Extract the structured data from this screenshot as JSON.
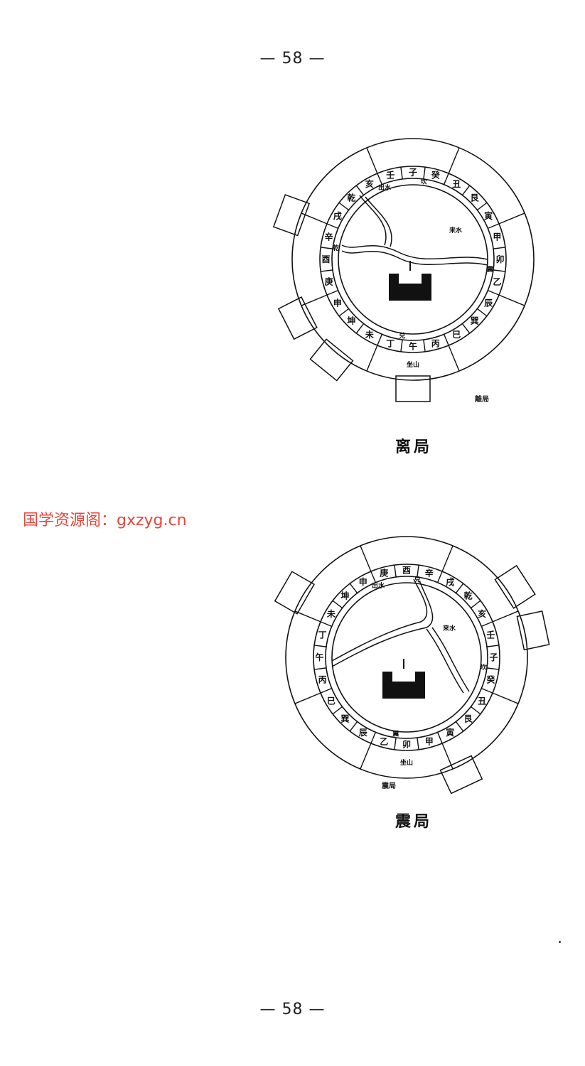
{
  "page": {
    "number_top": "— 58 —",
    "number_bottom": "— 58 —"
  },
  "watermark": "国学资源阁：gxzyg.cn",
  "diagram1": {
    "caption": "离局",
    "corner_label": "離局",
    "inner_ring": [
      "子",
      "癸",
      "丑",
      "艮",
      "寅",
      "甲",
      "卯",
      "乙",
      "辰",
      "巽",
      "巳",
      "丙",
      "午",
      "丁",
      "未",
      "坤",
      "申",
      "庚",
      "酉",
      "辛",
      "戌",
      "乾",
      "亥",
      "壬"
    ],
    "trigrams": [
      "坎",
      "震",
      "兑",
      "乾"
    ],
    "top_label": "坐山",
    "river_labels": [
      "来水",
      "出水"
    ]
  },
  "diagram2": {
    "caption": "震局",
    "corner_label": "震局",
    "inner_ring": [
      "酉",
      "辛",
      "戌",
      "乾",
      "亥",
      "壬",
      "子",
      "癸",
      "丑",
      "艮",
      "寅",
      "甲",
      "卯",
      "乙",
      "辰",
      "巽",
      "巳",
      "丙",
      "午",
      "丁",
      "未",
      "坤",
      "申",
      "庚"
    ],
    "trigrams": [
      "兑",
      "坎",
      "震"
    ],
    "top_label": "坐山",
    "river_labels": [
      "来水",
      "出水"
    ]
  },
  "colors": {
    "watermark": "#e8443a",
    "ink": "#111111"
  }
}
